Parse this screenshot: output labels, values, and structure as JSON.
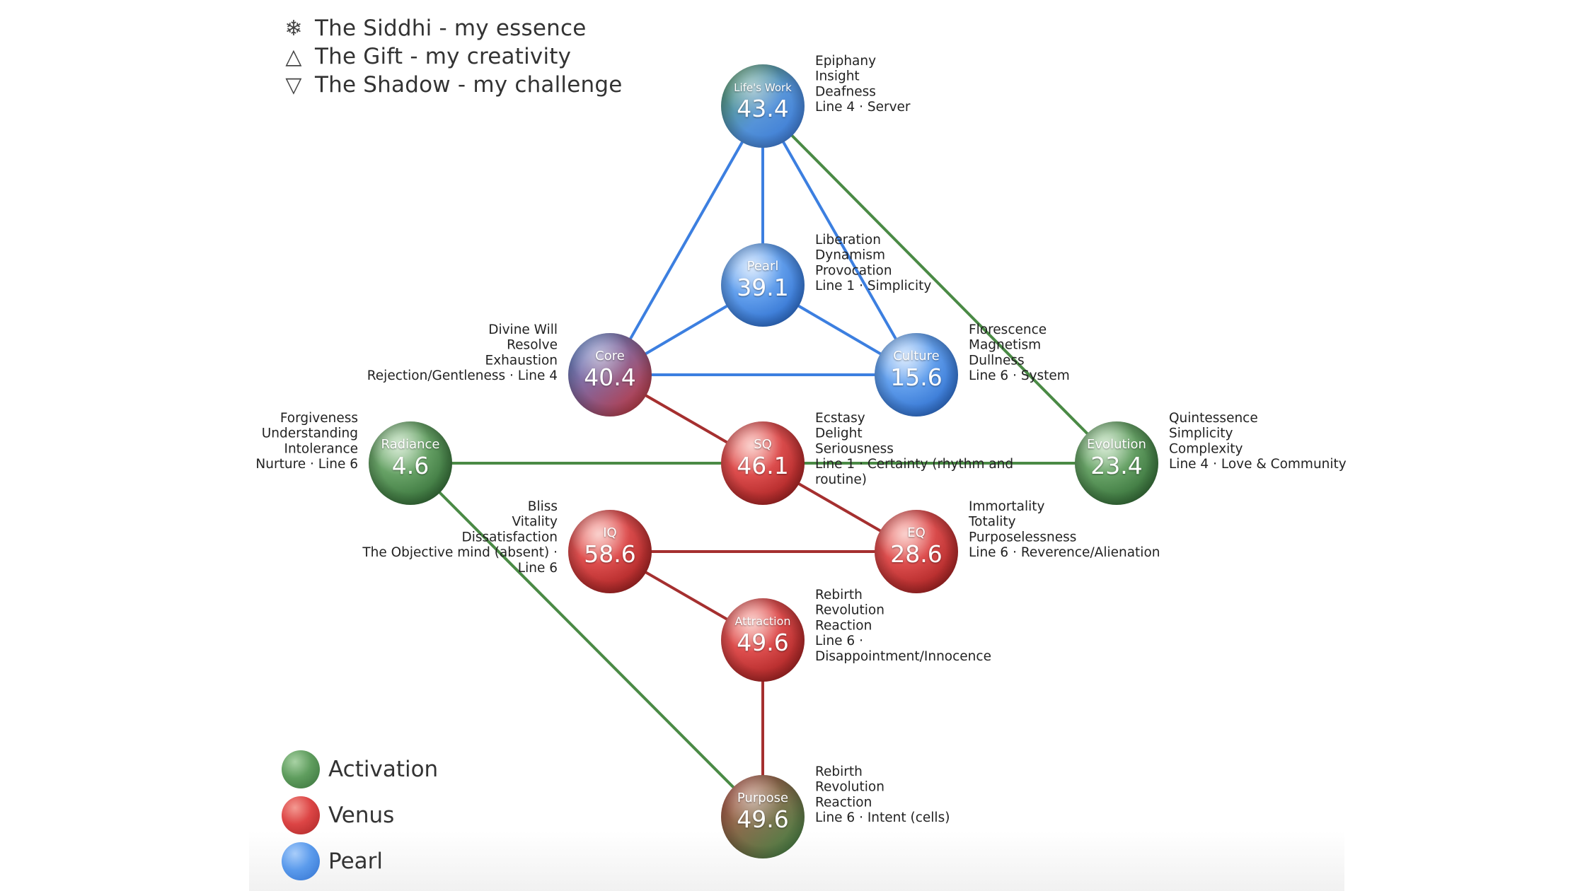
{
  "header_legend": [
    {
      "icon": "snowflake-icon",
      "glyph": "❄",
      "text": "The Siddhi - my essence"
    },
    {
      "icon": "triangle-up-icon",
      "glyph": "△",
      "text": "The Gift - my creativity"
    },
    {
      "icon": "triangle-down-icon",
      "glyph": "▽",
      "text": "The Shadow - my challenge"
    }
  ],
  "color_legend": [
    {
      "label": "Activation",
      "color": "#4f9a55",
      "icon": "activation-sphere-icon"
    },
    {
      "label": "Venus",
      "color": "#d93b3b",
      "icon": "venus-sphere-icon"
    },
    {
      "label": "Pearl",
      "color": "#4b8ee8",
      "icon": "pearl-sphere-icon"
    }
  ],
  "colors": {
    "activation": "#4f9a55",
    "venus": "#d93b3b",
    "pearl": "#4b8ee8",
    "line_green": "#4a8a45",
    "line_red": "#a52f2f",
    "line_blue": "#3c7fe0"
  },
  "spheres": {
    "lifes_work": {
      "name": "Life's Work",
      "value": "43.4",
      "lines": [
        "Epiphany",
        "Insight",
        "Deafness",
        "Line 4 · Server"
      ]
    },
    "pearl": {
      "name": "Pearl",
      "value": "39.1",
      "lines": [
        "Liberation",
        "Dynamism",
        "Provocation",
        "Line 1 · Simplicity"
      ]
    },
    "core": {
      "name": "Core",
      "value": "40.4",
      "lines": [
        "Divine Will",
        "Resolve",
        "Exhaustion",
        "Rejection/Gentleness · Line 4"
      ]
    },
    "culture": {
      "name": "Culture",
      "value": "15.6",
      "lines": [
        "Florescence",
        "Magnetism",
        "Dullness",
        "Line 6 · System"
      ]
    },
    "radiance": {
      "name": "Radiance",
      "value": "4.6",
      "lines": [
        "Forgiveness",
        "Understanding",
        "Intolerance",
        "Nurture · Line 6"
      ]
    },
    "sq": {
      "name": "SQ",
      "value": "46.1",
      "lines": [
        "Ecstasy",
        "Delight",
        "Seriousness",
        "Line 1 · Certainty (rhythm and",
        "routine)"
      ]
    },
    "evolution": {
      "name": "Evolution",
      "value": "23.4",
      "lines": [
        "Quintessence",
        "Simplicity",
        "Complexity",
        "Line 4 · Love & Community"
      ]
    },
    "iq": {
      "name": "IQ",
      "value": "58.6",
      "lines": [
        "Bliss",
        "Vitality",
        "Dissatisfaction",
        "The Objective mind (absent) ·",
        "Line 6"
      ]
    },
    "eq": {
      "name": "EQ",
      "value": "28.6",
      "lines": [
        "Immortality",
        "Totality",
        "Purposelessness",
        "Line 6 · Reverence/Alienation"
      ]
    },
    "attraction": {
      "name": "Attraction",
      "value": "49.6",
      "lines": [
        "Rebirth",
        "Revolution",
        "Reaction",
        "Line 6 ·",
        "Disappointment/Innocence"
      ]
    },
    "purpose": {
      "name": "Purpose",
      "value": "49.6",
      "lines": [
        "Rebirth",
        "Revolution",
        "Reaction",
        "Line 6 · Intent (cells)"
      ]
    }
  }
}
